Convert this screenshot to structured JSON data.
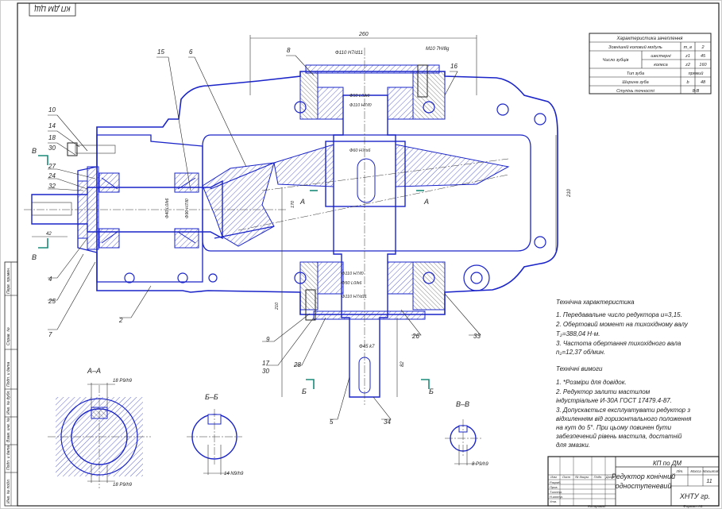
{
  "stamp_top": "КП ДМ ЦЩ",
  "callouts": [
    "15",
    "6",
    "8",
    "16",
    "10",
    "14",
    "18",
    "30",
    "27",
    "24",
    "32",
    "4",
    "25",
    "7",
    "2",
    "9",
    "17",
    "30",
    "28",
    "5",
    "34",
    "26",
    "33",
    "42"
  ],
  "section_marks": {
    "b": "В",
    "a": "А",
    "bb": "Б"
  },
  "dims": {
    "d260": "260",
    "phi110_top": "Ф110 Н7/d11",
    "m10": "М10 7Н/8g",
    "phi50": "Ф50 L0/k6",
    "phi110b": "Ф110 Н7/l0",
    "phi60": "Ф60 Н7/s6",
    "d210": "210",
    "phi110c": "Ф110 Н7/l0",
    "phi50b": "Ф50 L0/k6",
    "phi110d": "Ф110 Н7/d11",
    "phi45": "Ф45 k7",
    "d82": "82",
    "d170": "170",
    "phi40": "Ф40 L0/k6",
    "phi90": "Ф90 Н7/l0",
    "d210b": "210",
    "d42": "42",
    "d17": "17",
    "d30": "30"
  },
  "spec_table": {
    "title": "Характеристика зачеплення",
    "rows": [
      {
        "name": "Зовнішній коловий модуль",
        "sym": "m_e",
        "val": "2"
      },
      {
        "name": "Число зубців",
        "sub": "шестерні",
        "sym": "z1",
        "val": "45"
      },
      {
        "name": "",
        "sub": "колеса",
        "sym": "z2",
        "val": "160"
      },
      {
        "name": "Тип зуба",
        "sym": "",
        "val": "прямий"
      },
      {
        "name": "Ширина зуба",
        "sym": "b",
        "val": "48"
      },
      {
        "name": "Ступінь точності",
        "sym": "",
        "val": "8-В"
      }
    ]
  },
  "tech_char": {
    "title": "Технічна характеристика",
    "lines": [
      "1. Передавальне число редуктора u=3,15.",
      "2. Обертовий момент на тихохідному валу",
      "    T₂=388,04 Н·м.",
      "3. Частота обертання тихохідного вала",
      "    n₂=12,37 об/мин."
    ]
  },
  "tech_req": {
    "title": "Технічні вимоги",
    "lines": [
      "1. *Розміри для довідок.",
      "2. Редуктор залити мастилом",
      "    індустріальне И-30А ГОСТ 17479.4-87.",
      "3. Допускається експлуатувати редуктор з",
      "    відхиленням від горизонтального положення",
      "    на кут до 5°. При цьому повинен бути",
      "    забезпечений рівень мастила, достатній",
      "    для змазки."
    ]
  },
  "sections": {
    "aa": {
      "label": "А–А",
      "dim1": "18 P9/h9",
      "dim2": "18 P9/h9"
    },
    "bb": {
      "label": "Б–Б",
      "dim1": "14 N9/h9"
    },
    "vv": {
      "label": "В–В",
      "dim1": "8 P9/h9"
    }
  },
  "title_block": {
    "doc": "КП по ДМ",
    "name1": "Редуктор конічний",
    "name2": "одноступеневий",
    "org": "ХНТУ гр.",
    "sheet": "11",
    "headers": [
      "Літ.",
      "Масса",
      "Масштаб"
    ],
    "left_labels": [
      "Изм",
      "Лист",
      "№ докум.",
      "Подп.",
      "Дата"
    ],
    "role_labels": [
      "Разраб.",
      "Пров.",
      "Т.контр.",
      "Н.контр.",
      "Утв."
    ],
    "footer1": "Копировал",
    "footer2": "Формат A1"
  },
  "left_strip": [
    "Перв. примен.",
    "Справ. №",
    "Подп. и дата",
    "Инв. № дубл.",
    "Взам. инв. №",
    "Подп. и дата",
    "Инв. № подл."
  ]
}
